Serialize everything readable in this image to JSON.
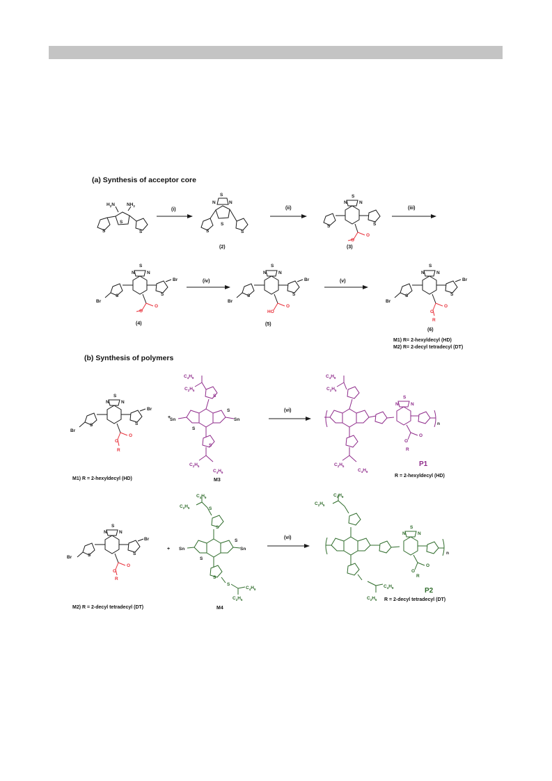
{
  "colors": {
    "black": "#1a1a1a",
    "ester": "#e8303a",
    "purple": "#8e2a8a",
    "green": "#2e6b2a",
    "header_bar": "#c4c4c4"
  },
  "scheme_a": {
    "heading": "(a) Synthesis of acceptor core",
    "steps": [
      "(i)",
      "(ii)",
      "(iii)",
      "(iv)",
      "(v)"
    ],
    "compounds": [
      "(2)",
      "(3)",
      "(4)",
      "(5)",
      "(6)"
    ],
    "monomer_defs": [
      "M1) R= 2-hexyldecyl (HD)",
      "M2) R= 2-decyl tetradecyl (DT)"
    ]
  },
  "scheme_b": {
    "heading": "(b) Synthesis of polymers",
    "step": "(vi)",
    "m1_label": "M1) R = 2-hexyldecyl (HD)",
    "m2_label": "M2) R = 2-decyl tetradecyl (DT)",
    "m3_label": "M3",
    "m4_label": "M4",
    "p1_label": "P1",
    "p1_def": "R = 2-hexyldecyl (HD)",
    "p2_label": "P2",
    "p2_def": "R =  2-decyl tetradecyl (DT)",
    "plus": "+",
    "repeat_n": "n"
  },
  "atoms": {
    "S": "S",
    "N": "N",
    "Br": "Br",
    "O": "O",
    "R": "R",
    "HO": "HO",
    "Sn": "Sn",
    "NH2": "NH",
    "H2N": "H",
    "C4H9": "C",
    "C2H5": "C",
    "sub2": "2",
    "sub4": "4",
    "sub9": "9",
    "sub5": "5"
  }
}
